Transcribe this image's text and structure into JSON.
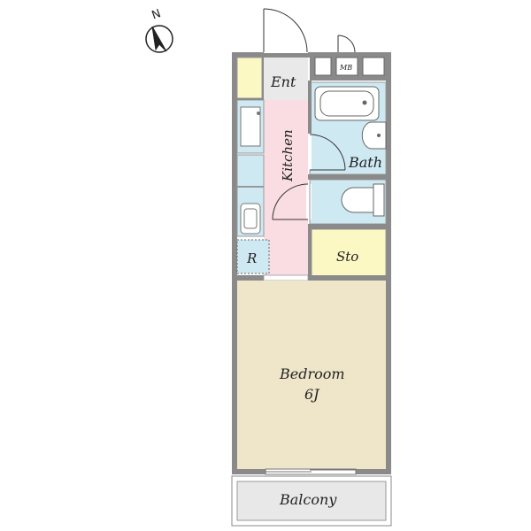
{
  "compass": {
    "label": "N",
    "icon": "north-arrow-icon"
  },
  "rooms": {
    "entrance": "Ent",
    "meter_box": "MB",
    "kitchen": "Kitchen",
    "bath": "Bath",
    "refrigerator": "R",
    "storage": "Sto",
    "bedroom": "Bedroom",
    "bedroom_size": "6J",
    "balcony": "Balcony"
  },
  "colors": {
    "wall": "#8a8a8a",
    "kitchen": "#f9dde3",
    "bath": "#cfe9f3",
    "storage": "#fbf8c4",
    "shoe_closet": "#fbf8c4",
    "bedroom": "#efe6c9",
    "balcony": "#e8e8e8",
    "entrance": "#e9e9e9"
  }
}
